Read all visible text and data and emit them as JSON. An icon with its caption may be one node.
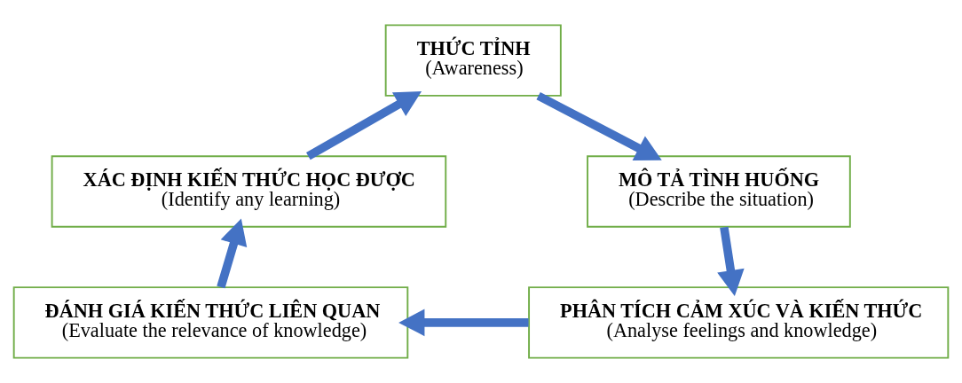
{
  "diagram": {
    "nodes": [
      {
        "text": [
          "THỨC TỈNH",
          "(Awareness)"
        ]
      },
      {
        "text": [
          "MÔ TẢ TÌNH HUỐNG",
          "(Describe the situation)"
        ]
      },
      {
        "text": [
          "PHÂN TÍCH CẢM XÚC VÀ KIẾN THỨC",
          "(Analyse feelings and knowledge)"
        ]
      },
      {
        "text": [
          "ĐÁNH GIÁ KIẾN THỨC LIÊN QUAN",
          "(Evaluate the relevance of knowledge)"
        ]
      },
      {
        "text": [
          "XÁC ĐỊNH KIẾN THỨC HỌC ĐƯỢC",
          "(Identify any learning)"
        ]
      }
    ],
    "edges": [
      {
        "from": 0,
        "to": 1,
        "arrow": "to"
      },
      {
        "from": 1,
        "to": 2,
        "arrow": "to"
      },
      {
        "from": 2,
        "to": 3,
        "arrow": "to"
      },
      {
        "from": 3,
        "to": 4,
        "arrow": "to"
      },
      {
        "from": 4,
        "to": 0,
        "arrow": "to"
      }
    ]
  }
}
